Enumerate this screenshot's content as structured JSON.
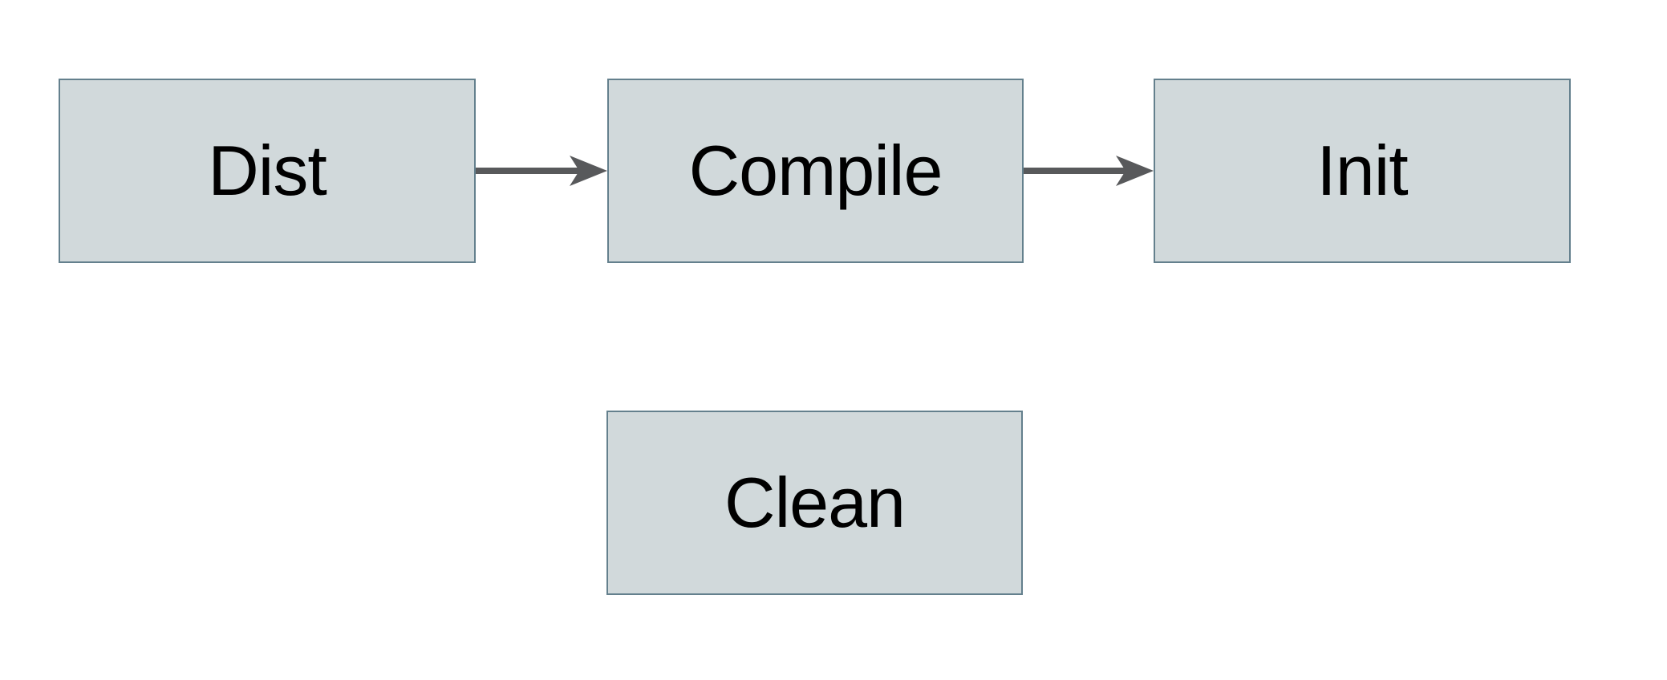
{
  "diagram": {
    "title": "build-targets-flowchart",
    "nodes": [
      {
        "id": "dist",
        "label": "Dist"
      },
      {
        "id": "compile",
        "label": "Compile"
      },
      {
        "id": "init",
        "label": "Init"
      },
      {
        "id": "clean",
        "label": "Clean"
      }
    ],
    "connectors": [
      {
        "from": "dist",
        "to": "compile",
        "style": "solid-arrow"
      },
      {
        "from": "compile",
        "to": "init",
        "style": "solid-arrow"
      }
    ]
  },
  "colors": {
    "node_fill": "#d1d9db",
    "node_border": "#64808d",
    "arrow": "#58595b",
    "text": "#000000",
    "background": "#ffffff"
  }
}
